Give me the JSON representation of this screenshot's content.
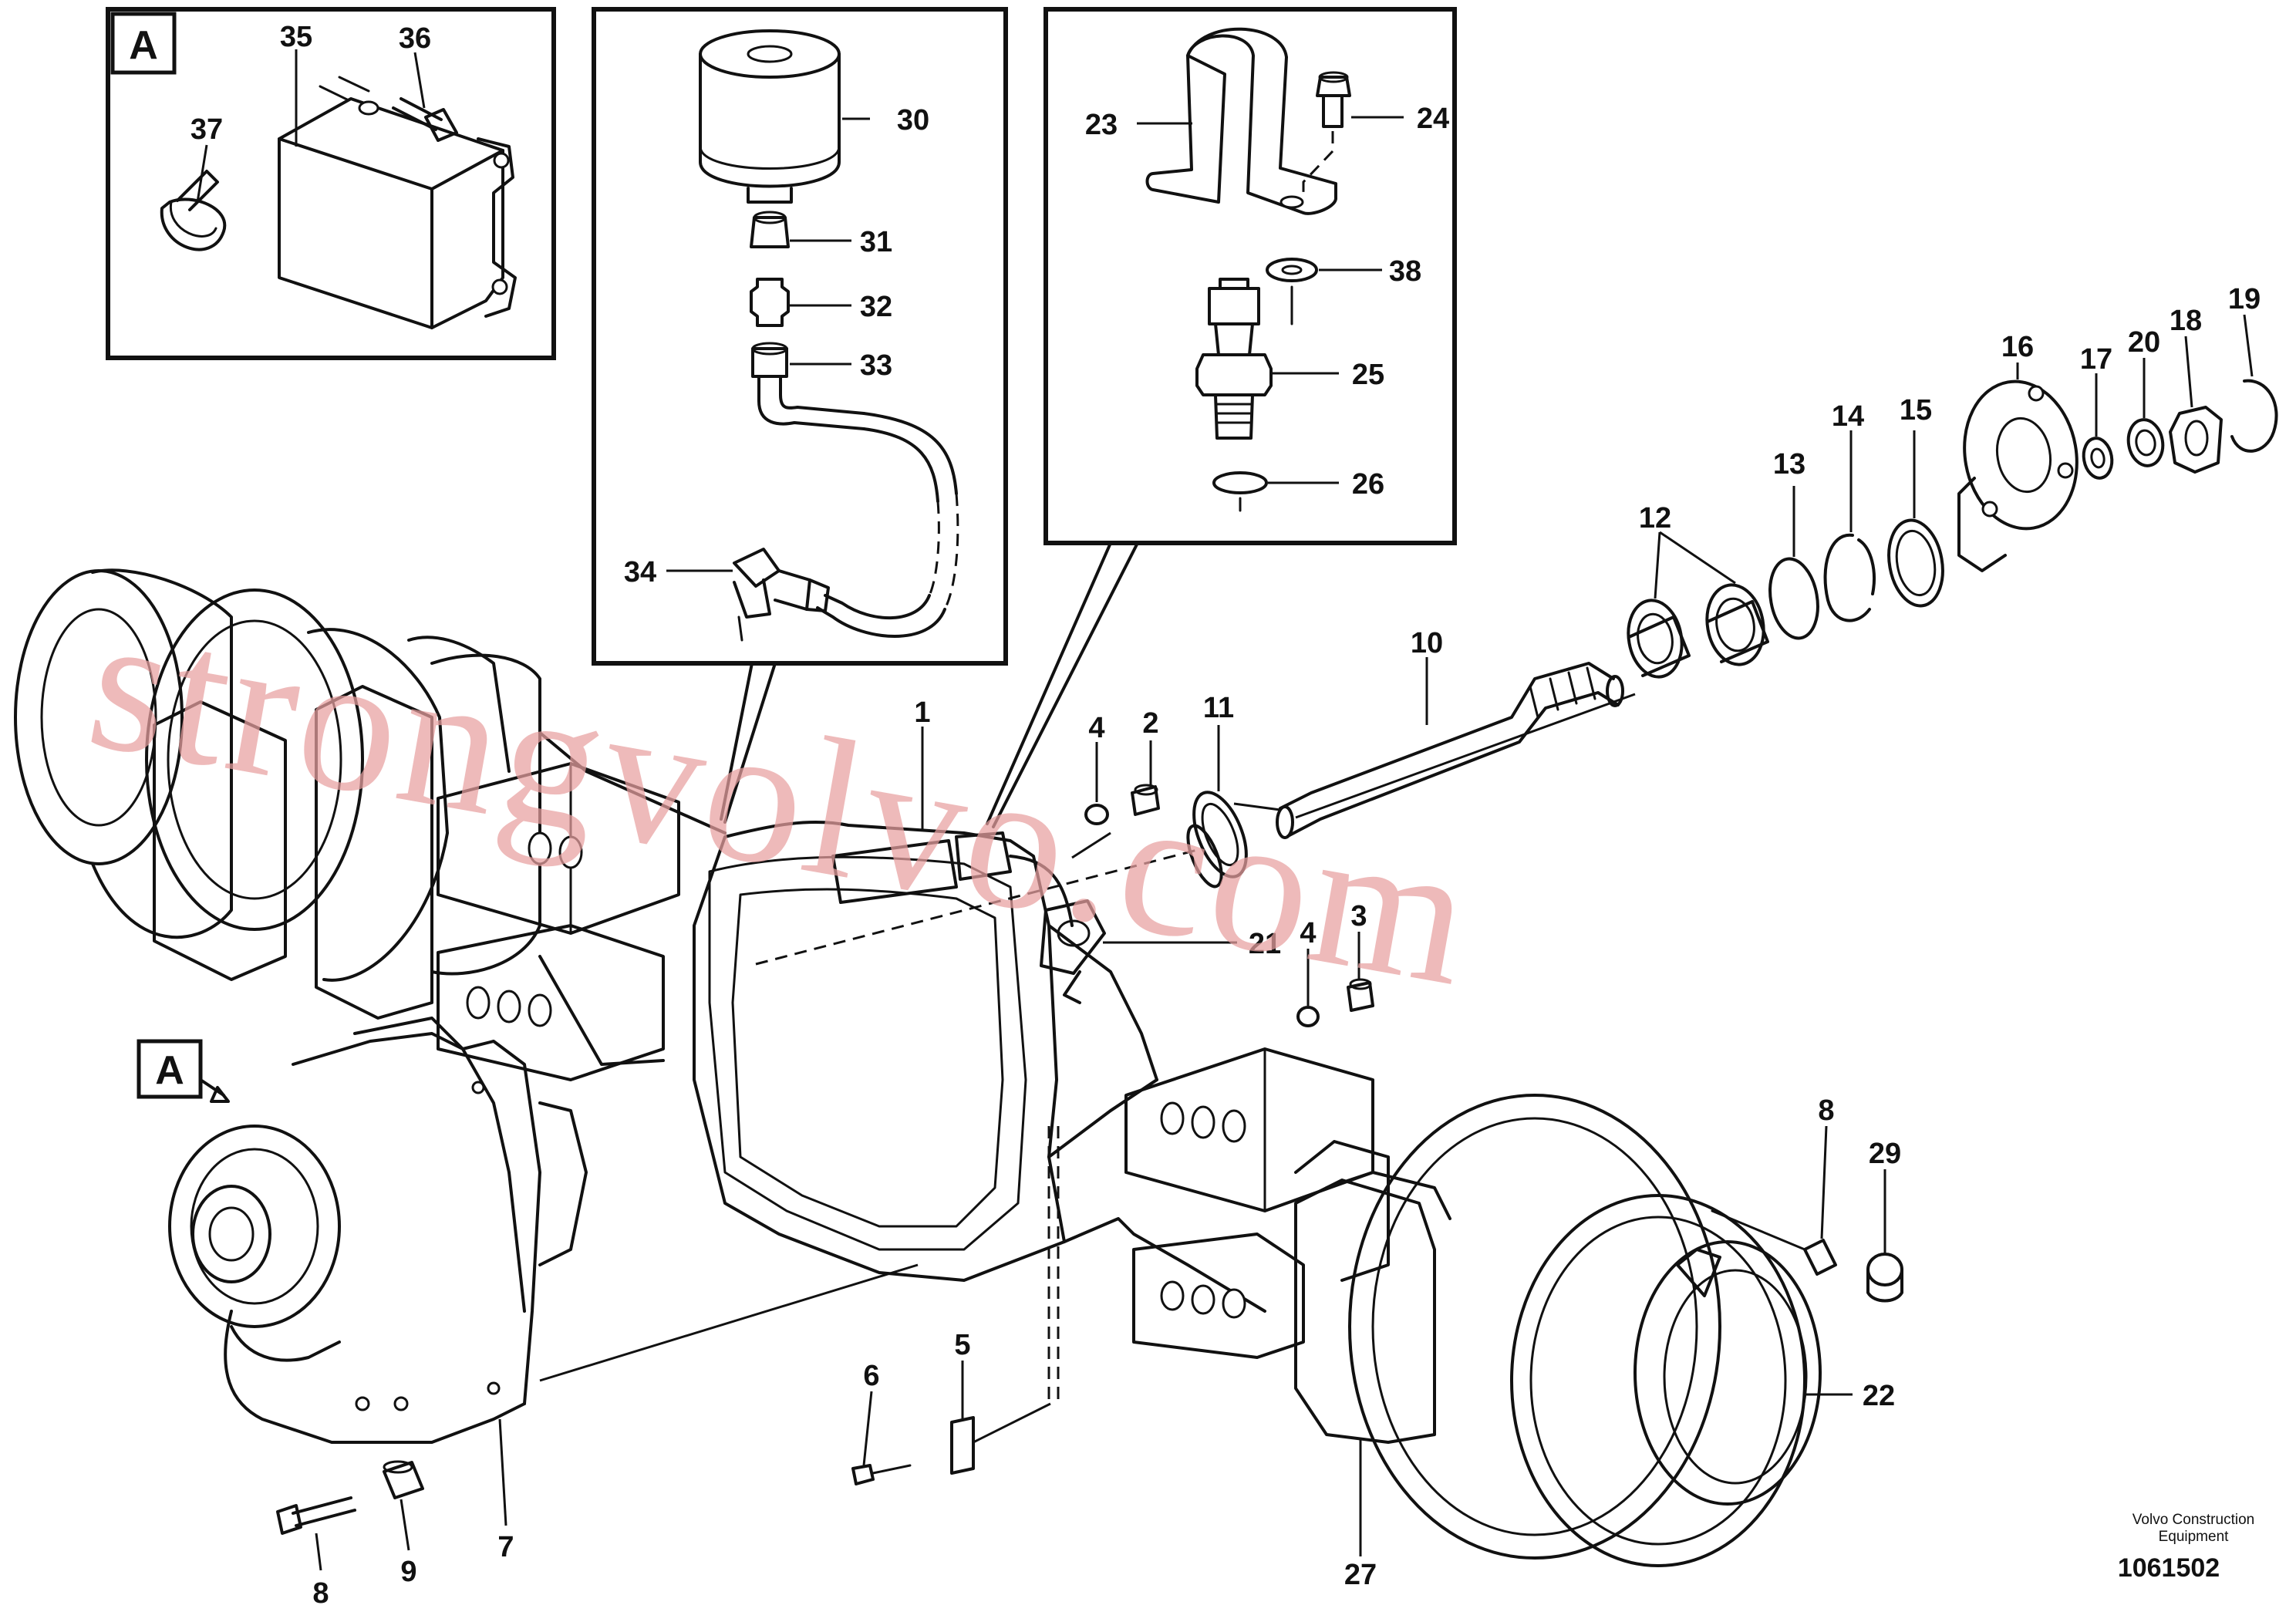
{
  "watermark": "strongvolvo.com",
  "detail_badge": "A",
  "credit": {
    "line1": "Volvo Construction",
    "line2": "Equipment",
    "reference": "1061502"
  },
  "callouts": [
    {
      "id": "c1",
      "label": "1"
    },
    {
      "id": "c2",
      "label": "2"
    },
    {
      "id": "c3",
      "label": "3"
    },
    {
      "id": "c4a",
      "label": "4"
    },
    {
      "id": "c4b",
      "label": "4"
    },
    {
      "id": "c5",
      "label": "5"
    },
    {
      "id": "c6",
      "label": "6"
    },
    {
      "id": "c7",
      "label": "7"
    },
    {
      "id": "c8a",
      "label": "8"
    },
    {
      "id": "c8b",
      "label": "8"
    },
    {
      "id": "c9",
      "label": "9"
    },
    {
      "id": "c10",
      "label": "10"
    },
    {
      "id": "c11",
      "label": "11"
    },
    {
      "id": "c12",
      "label": "12"
    },
    {
      "id": "c13",
      "label": "13"
    },
    {
      "id": "c14",
      "label": "14"
    },
    {
      "id": "c15",
      "label": "15"
    },
    {
      "id": "c16",
      "label": "16"
    },
    {
      "id": "c17",
      "label": "17"
    },
    {
      "id": "c18",
      "label": "18"
    },
    {
      "id": "c19",
      "label": "19"
    },
    {
      "id": "c20",
      "label": "20"
    },
    {
      "id": "c21",
      "label": "21"
    },
    {
      "id": "c22",
      "label": "22"
    },
    {
      "id": "c23",
      "label": "23"
    },
    {
      "id": "c24",
      "label": "24"
    },
    {
      "id": "c25",
      "label": "25"
    },
    {
      "id": "c26",
      "label": "26"
    },
    {
      "id": "c27",
      "label": "27"
    },
    {
      "id": "c29",
      "label": "29"
    },
    {
      "id": "c30",
      "label": "30"
    },
    {
      "id": "c31",
      "label": "31"
    },
    {
      "id": "c32",
      "label": "32"
    },
    {
      "id": "c33",
      "label": "33"
    },
    {
      "id": "c34",
      "label": "34"
    },
    {
      "id": "c35",
      "label": "35"
    },
    {
      "id": "c36",
      "label": "36"
    },
    {
      "id": "c37",
      "label": "37"
    },
    {
      "id": "c38",
      "label": "38"
    }
  ]
}
